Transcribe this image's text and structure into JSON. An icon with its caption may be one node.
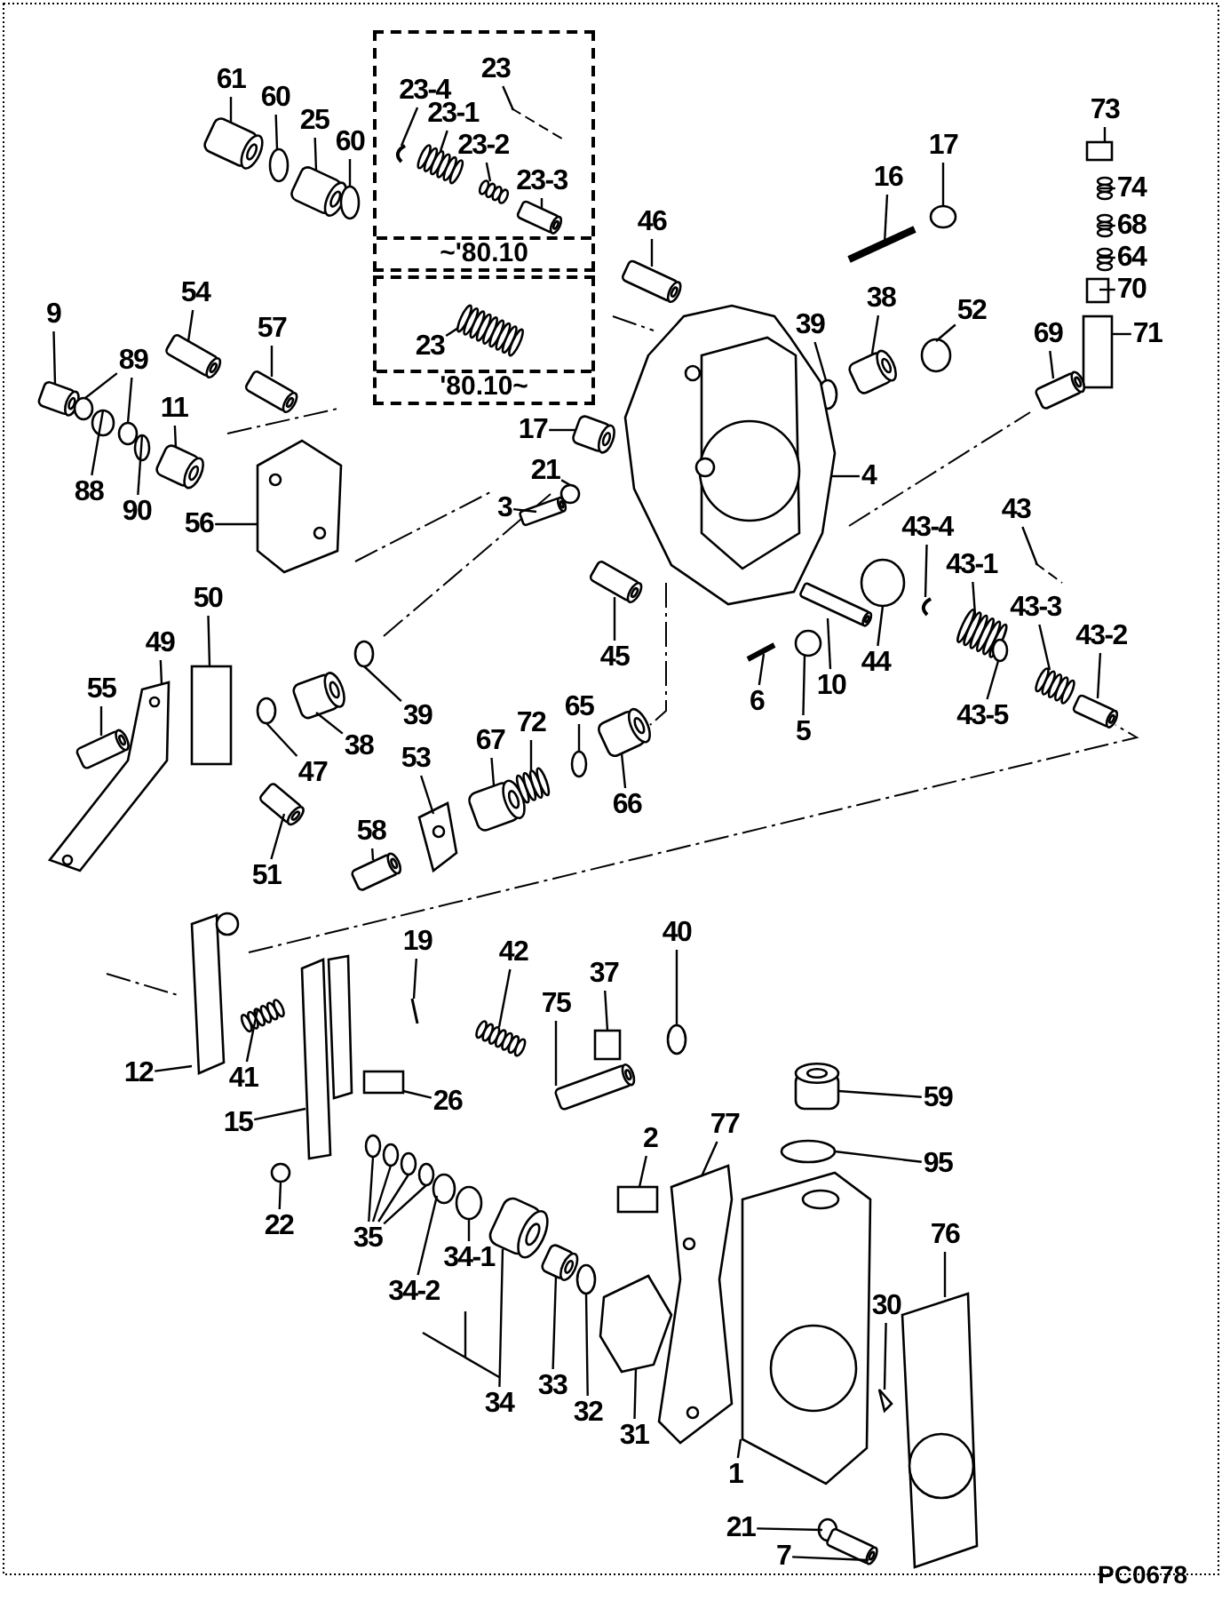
{
  "diagram": {
    "nodes": [
      {
        "text": [
          "~'80.10"
        ]
      },
      {
        "text": [
          "23"
        ],
        "in": 0
      },
      {
        "text": [
          "23-4"
        ],
        "in": 0
      },
      {
        "text": [
          "23-1"
        ],
        "in": 0
      },
      {
        "text": [
          "23-2"
        ],
        "in": 0
      },
      {
        "text": [
          "23-3"
        ],
        "in": 0
      },
      {
        "text": [
          "'80.10~"
        ]
      },
      {
        "text": [
          "23"
        ],
        "in": 6
      },
      {
        "text": [
          "61"
        ]
      },
      {
        "text": [
          "60"
        ]
      },
      {
        "text": [
          "25"
        ]
      },
      {
        "text": [
          "60"
        ]
      },
      {
        "text": [
          "46"
        ]
      },
      {
        "text": [
          "16"
        ]
      },
      {
        "text": [
          "17"
        ]
      },
      {
        "text": [
          "73"
        ]
      },
      {
        "text": [
          "74"
        ]
      },
      {
        "text": [
          "68"
        ]
      },
      {
        "text": [
          "64"
        ]
      },
      {
        "text": [
          "70"
        ]
      },
      {
        "text": [
          "38"
        ]
      },
      {
        "text": [
          "39"
        ]
      },
      {
        "text": [
          "52"
        ]
      },
      {
        "text": [
          "71"
        ]
      },
      {
        "text": [
          "69"
        ]
      },
      {
        "text": [
          "9"
        ]
      },
      {
        "text": [
          "89"
        ]
      },
      {
        "text": [
          "54"
        ]
      },
      {
        "text": [
          "57"
        ]
      },
      {
        "text": [
          "11"
        ]
      },
      {
        "text": [
          "17"
        ]
      },
      {
        "text": [
          "21"
        ]
      },
      {
        "text": [
          "3"
        ]
      },
      {
        "text": [
          "4"
        ]
      },
      {
        "text": [
          "88"
        ]
      },
      {
        "text": [
          "90"
        ]
      },
      {
        "text": [
          "56"
        ]
      },
      {
        "text": [
          "43"
        ]
      },
      {
        "text": [
          "43-4"
        ]
      },
      {
        "text": [
          "43-1"
        ]
      },
      {
        "text": [
          "43-3"
        ]
      },
      {
        "text": [
          "43-2"
        ]
      },
      {
        "text": [
          "43-5"
        ]
      },
      {
        "text": [
          "44"
        ]
      },
      {
        "text": [
          "45"
        ]
      },
      {
        "text": [
          "10"
        ]
      },
      {
        "text": [
          "6"
        ]
      },
      {
        "text": [
          "5"
        ]
      },
      {
        "text": [
          "50"
        ]
      },
      {
        "text": [
          "49"
        ]
      },
      {
        "text": [
          "55"
        ]
      },
      {
        "text": [
          "47"
        ]
      },
      {
        "text": [
          "38"
        ]
      },
      {
        "text": [
          "39"
        ]
      },
      {
        "text": [
          "53"
        ]
      },
      {
        "text": [
          "67"
        ]
      },
      {
        "text": [
          "72"
        ]
      },
      {
        "text": [
          "65"
        ]
      },
      {
        "text": [
          "66"
        ]
      },
      {
        "text": [
          "51"
        ]
      },
      {
        "text": [
          "58"
        ]
      },
      {
        "text": [
          "19"
        ]
      },
      {
        "text": [
          "42"
        ]
      },
      {
        "text": [
          "40"
        ]
      },
      {
        "text": [
          "75"
        ]
      },
      {
        "text": [
          "37"
        ]
      },
      {
        "text": [
          "12"
        ]
      },
      {
        "text": [
          "41"
        ]
      },
      {
        "text": [
          "26"
        ]
      },
      {
        "text": [
          "15"
        ]
      },
      {
        "text": [
          "59"
        ]
      },
      {
        "text": [
          "22"
        ]
      },
      {
        "text": [
          "35"
        ]
      },
      {
        "text": [
          "95"
        ]
      },
      {
        "text": [
          "2"
        ]
      },
      {
        "text": [
          "77"
        ]
      },
      {
        "text": [
          "34-1"
        ]
      },
      {
        "text": [
          "34-2"
        ]
      },
      {
        "text": [
          "76"
        ]
      },
      {
        "text": [
          "30"
        ]
      },
      {
        "text": [
          "34"
        ]
      },
      {
        "text": [
          "33"
        ]
      },
      {
        "text": [
          "32"
        ]
      },
      {
        "text": [
          "31"
        ]
      },
      {
        "text": [
          "1"
        ]
      },
      {
        "text": [
          "21"
        ]
      },
      {
        "text": [
          "7"
        ]
      },
      {
        "text": [],
        "shape": "picture",
        "in": 0
      },
      {
        "text": [],
        "shape": "picture",
        "in": 0
      },
      {
        "text": [],
        "shape": "picture",
        "in": 0
      },
      {
        "text": [],
        "shape": "picture",
        "in": 0
      },
      {
        "text": [],
        "shape": "picture",
        "in": 6
      },
      {
        "text": [],
        "shape": "picture"
      },
      {
        "text": [],
        "shape": "circle"
      },
      {
        "text": [],
        "shape": "picture"
      },
      {
        "text": [],
        "shape": "circle"
      },
      {
        "text": [],
        "shape": "picture"
      },
      {
        "text": [],
        "shape": "picture"
      },
      {
        "text": [],
        "shape": "circle"
      },
      {
        "text": [],
        "shape": "box"
      },
      {
        "text": [],
        "shape": "picture"
      },
      {
        "text": [],
        "shape": "picture"
      },
      {
        "text": [],
        "shape": "picture"
      },
      {
        "text": [],
        "shape": "box"
      },
      {
        "text": [],
        "shape": "picture"
      },
      {
        "text": [],
        "shape": "circle"
      },
      {
        "text": [],
        "shape": "circle"
      },
      {
        "text": [],
        "shape": "box"
      },
      {
        "text": [],
        "shape": "picture"
      },
      {
        "text": [],
        "shape": "picture"
      },
      {
        "text": [],
        "shape": "circle"
      },
      {
        "text": [],
        "shape": "circle"
      },
      {
        "text": [],
        "shape": "picture"
      },
      {
        "text": [],
        "shape": "picture"
      },
      {
        "text": [],
        "shape": "picture"
      },
      {
        "text": [],
        "shape": "picture"
      },
      {
        "text": [],
        "shape": "circle"
      },
      {
        "text": [],
        "shape": "picture"
      },
      {
        "text": [],
        "shape": "picture"
      },
      {
        "text": [],
        "shape": "circle"
      },
      {
        "text": [],
        "shape": "circle"
      },
      {
        "text": [],
        "shape": "picture"
      },
      {
        "text": [],
        "shape": "picture"
      },
      {
        "text": [],
        "shape": "picture"
      },
      {
        "text": [],
        "shape": "picture"
      },
      {
        "text": [],
        "shape": "picture"
      },
      {
        "text": [],
        "shape": "circle"
      },
      {
        "text": [],
        "shape": "circle"
      },
      {
        "text": [],
        "shape": "picture"
      },
      {
        "text": [],
        "shape": "picture"
      },
      {
        "text": [],
        "shape": "picture"
      },
      {
        "text": [],
        "shape": "circle"
      },
      {
        "text": [],
        "shape": "box"
      },
      {
        "text": [],
        "shape": "picture"
      },
      {
        "text": [],
        "shape": "picture"
      },
      {
        "text": [],
        "shape": "circle"
      },
      {
        "text": [],
        "shape": "picture"
      },
      {
        "text": [],
        "shape": "circle"
      },
      {
        "text": [],
        "shape": "picture"
      },
      {
        "text": [],
        "shape": "picture"
      },
      {
        "text": [],
        "shape": "picture"
      },
      {
        "text": [],
        "shape": "circle"
      },
      {
        "text": [],
        "shape": "picture"
      },
      {
        "text": [],
        "shape": "picture"
      },
      {
        "text": [],
        "shape": "picture"
      },
      {
        "text": [],
        "shape": "picture"
      },
      {
        "text": [],
        "shape": "picture"
      },
      {
        "text": [],
        "shape": "circle"
      },
      {
        "text": [],
        "shape": "picture"
      },
      {
        "text": [],
        "shape": "box"
      },
      {
        "text": [],
        "shape": "picture"
      },
      {
        "text": [],
        "shape": "picture"
      },
      {
        "text": [],
        "shape": "box"
      },
      {
        "text": [],
        "shape": "picture"
      },
      {
        "text": [],
        "shape": "cylinder"
      },
      {
        "text": [],
        "shape": "circle"
      },
      {
        "text": [],
        "shape": "circle"
      },
      {
        "text": [],
        "shape": "circle"
      },
      {
        "text": [],
        "shape": "circle"
      },
      {
        "text": [],
        "shape": "circle"
      },
      {
        "text": [],
        "shape": "circle"
      },
      {
        "text": [],
        "shape": "box"
      },
      {
        "text": [],
        "shape": "picture"
      },
      {
        "text": [],
        "shape": "circle"
      },
      {
        "text": [],
        "shape": "circle"
      },
      {
        "text": [],
        "shape": "picture"
      },
      {
        "text": [],
        "shape": "picture"
      },
      {
        "text": [],
        "shape": "picture"
      },
      {
        "text": [],
        "shape": "picture"
      },
      {
        "text": [],
        "shape": "circle"
      },
      {
        "text": [],
        "shape": "picture"
      },
      {
        "text": [],
        "shape": "picture"
      },
      {
        "text": [],
        "shape": "circle"
      },
      {
        "text": [],
        "shape": "picture"
      },
      {
        "text": [],
        "shape": "bar",
        "in": 0
      },
      {
        "text": [],
        "shape": "bar"
      }
    ],
    "edges": [
      {
        "from": 1,
        "to": 174,
        "arrow": "none"
      },
      {
        "from": 2,
        "to": 87,
        "arrow": "none"
      },
      {
        "from": 3,
        "to": 88,
        "arrow": "none"
      },
      {
        "from": 4,
        "to": 89,
        "arrow": "none"
      },
      {
        "from": 5,
        "to": 90,
        "arrow": "none"
      },
      {
        "from": 7,
        "to": 91,
        "arrow": "none"
      },
      {
        "from": 8,
        "to": 92,
        "arrow": "none"
      },
      {
        "from": 9,
        "to": 93,
        "arrow": "none"
      },
      {
        "from": 10,
        "to": 94,
        "arrow": "none"
      },
      {
        "from": 11,
        "to": 95,
        "arrow": "none"
      },
      {
        "from": 12,
        "to": 96,
        "arrow": "none"
      },
      {
        "from": 13,
        "to": 97,
        "arrow": "none"
      },
      {
        "from": 14,
        "to": 98,
        "arrow": "none"
      },
      {
        "from": 15,
        "to": 99,
        "arrow": "none"
      },
      {
        "from": 16,
        "to": 100,
        "arrow": "none"
      },
      {
        "from": 17,
        "to": 101,
        "arrow": "none"
      },
      {
        "from": 18,
        "to": 102,
        "arrow": "none"
      },
      {
        "from": 19,
        "to": 103,
        "arrow": "none"
      },
      {
        "from": 20,
        "to": 104,
        "arrow": "none"
      },
      {
        "from": 21,
        "to": 105,
        "arrow": "none"
      },
      {
        "from": 22,
        "to": 106,
        "arrow": "none"
      },
      {
        "from": 23,
        "to": 107,
        "arrow": "none"
      },
      {
        "from": 24,
        "to": 108,
        "arrow": "none"
      },
      {
        "from": 25,
        "to": 109,
        "arrow": "none"
      },
      {
        "from": 26,
        "to": 110,
        "arrow": "none"
      },
      {
        "from": 26,
        "to": 111,
        "arrow": "none"
      },
      {
        "from": 27,
        "to": 112,
        "arrow": "none"
      },
      {
        "from": 28,
        "to": 113,
        "arrow": "none"
      },
      {
        "from": 29,
        "to": 114,
        "arrow": "none"
      },
      {
        "from": 30,
        "to": 115,
        "arrow": "none"
      },
      {
        "from": 31,
        "to": 116,
        "arrow": "none"
      },
      {
        "from": 32,
        "to": 117,
        "arrow": "none"
      },
      {
        "from": 33,
        "to": 118,
        "arrow": "none"
      },
      {
        "from": 34,
        "to": 119,
        "arrow": "none"
      },
      {
        "from": 35,
        "to": 120,
        "arrow": "none"
      },
      {
        "from": 36,
        "to": 121,
        "arrow": "none"
      },
      {
        "from": 37,
        "to": 175,
        "arrow": "none"
      },
      {
        "from": 38,
        "to": 122,
        "arrow": "none"
      },
      {
        "from": 39,
        "to": 123,
        "arrow": "none"
      },
      {
        "from": 40,
        "to": 124,
        "arrow": "none"
      },
      {
        "from": 41,
        "to": 125,
        "arrow": "none"
      },
      {
        "from": 42,
        "to": 126,
        "arrow": "none"
      },
      {
        "from": 43,
        "to": 127,
        "arrow": "none"
      },
      {
        "from": 44,
        "to": 128,
        "arrow": "none"
      },
      {
        "from": 45,
        "to": 129,
        "arrow": "none"
      },
      {
        "from": 46,
        "to": 130,
        "arrow": "none"
      },
      {
        "from": 47,
        "to": 131,
        "arrow": "none"
      },
      {
        "from": 48,
        "to": 132,
        "arrow": "none"
      },
      {
        "from": 49,
        "to": 133,
        "arrow": "none"
      },
      {
        "from": 50,
        "to": 134,
        "arrow": "none"
      },
      {
        "from": 51,
        "to": 135,
        "arrow": "none"
      },
      {
        "from": 52,
        "to": 136,
        "arrow": "none"
      },
      {
        "from": 53,
        "to": 137,
        "arrow": "none"
      },
      {
        "from": 54,
        "to": 138,
        "arrow": "none"
      },
      {
        "from": 55,
        "to": 139,
        "arrow": "none"
      },
      {
        "from": 56,
        "to": 140,
        "arrow": "none"
      },
      {
        "from": 57,
        "to": 141,
        "arrow": "none"
      },
      {
        "from": 58,
        "to": 142,
        "arrow": "none"
      },
      {
        "from": 59,
        "to": 143,
        "arrow": "none"
      },
      {
        "from": 60,
        "to": 144,
        "arrow": "none"
      },
      {
        "from": 61,
        "to": 145,
        "arrow": "none"
      },
      {
        "from": 62,
        "to": 146,
        "arrow": "none"
      },
      {
        "from": 63,
        "to": 147,
        "arrow": "none"
      },
      {
        "from": 64,
        "to": 148,
        "arrow": "none"
      },
      {
        "from": 65,
        "to": 149,
        "arrow": "none"
      },
      {
        "from": 66,
        "to": 150,
        "arrow": "none"
      },
      {
        "from": 67,
        "to": 151,
        "arrow": "none"
      },
      {
        "from": 68,
        "to": 152,
        "arrow": "none"
      },
      {
        "from": 69,
        "to": 153,
        "arrow": "none"
      },
      {
        "from": 70,
        "to": 154,
        "arrow": "none"
      },
      {
        "from": 71,
        "to": 155,
        "arrow": "none"
      },
      {
        "from": 72,
        "to": 156,
        "arrow": "none"
      },
      {
        "from": 72,
        "to": 157,
        "arrow": "none"
      },
      {
        "from": 72,
        "to": 158,
        "arrow": "none"
      },
      {
        "from": 72,
        "to": 159,
        "arrow": "none"
      },
      {
        "from": 73,
        "to": 160,
        "arrow": "none"
      },
      {
        "from": 74,
        "to": 161,
        "arrow": "none"
      },
      {
        "from": 75,
        "to": 162,
        "arrow": "none"
      },
      {
        "from": 76,
        "to": 163,
        "arrow": "none"
      },
      {
        "from": 77,
        "to": 164,
        "arrow": "none"
      },
      {
        "from": 78,
        "to": 165,
        "arrow": "none"
      },
      {
        "from": 79,
        "to": 166,
        "arrow": "none"
      },
      {
        "from": 80,
        "to": 167,
        "arrow": "none"
      },
      {
        "from": 81,
        "to": 168,
        "arrow": "none"
      },
      {
        "from": 82,
        "to": 169,
        "arrow": "none"
      },
      {
        "from": 83,
        "to": 170,
        "arrow": "none"
      },
      {
        "from": 84,
        "to": 171,
        "arrow": "none"
      },
      {
        "from": 85,
        "to": 172,
        "arrow": "none"
      },
      {
        "from": 86,
        "to": 173,
        "arrow": "none"
      }
    ],
    "labels": [
      "PC0678"
    ]
  }
}
